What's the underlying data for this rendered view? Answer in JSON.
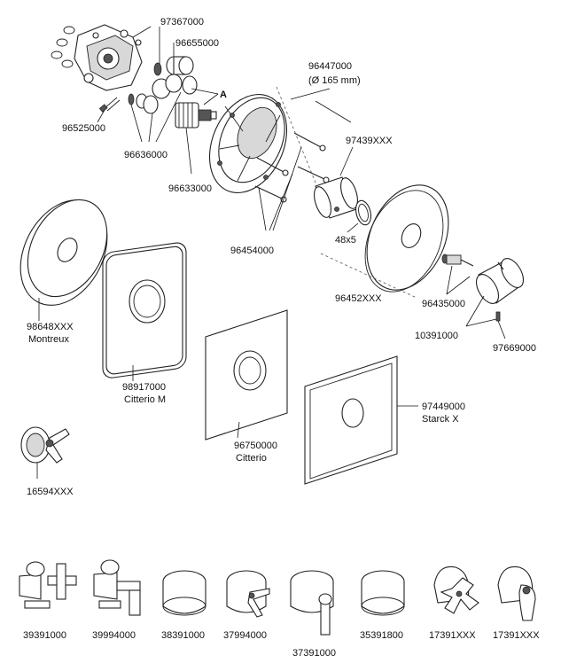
{
  "parts": {
    "p97367000": "97367000",
    "p96655000": "96655000",
    "p96447000": "96447000",
    "p96447000_note": "(Ø 165 mm)",
    "callout_a": "A",
    "p96525000": "96525000",
    "p96636000": "96636000",
    "p96633000": "96633000",
    "p97439xxx": "97439XXX",
    "p96454000": "96454000",
    "p48x5": "48x5",
    "p96452xxx": "96452XXX",
    "p96435000": "96435000",
    "p10391000": "10391000",
    "p97669000": "97669000",
    "p98648xxx": "98648XXX",
    "p98648xxx_name": "Montreux",
    "p98917000": "98917000",
    "p98917000_name": "Citterio M",
    "p96750000": "96750000",
    "p96750000_name": "Citterio",
    "p97449000": "97449000",
    "p97449000_name": "Starck X",
    "p16594xxx": "16594XXX"
  },
  "handles": [
    {
      "code": "39391000",
      "style": "cross"
    },
    {
      "code": "39994000",
      "style": "lever"
    },
    {
      "code": "38391000",
      "style": "knob"
    },
    {
      "code": "37994000",
      "style": "cross-small"
    },
    {
      "code": "37391000",
      "style": "lever-long"
    },
    {
      "code": "35391800",
      "style": "knob"
    },
    {
      "code": "17391XXX",
      "style": "cross-classic"
    },
    {
      "code": "17391XXX",
      "style": "lever-classic"
    }
  ]
}
